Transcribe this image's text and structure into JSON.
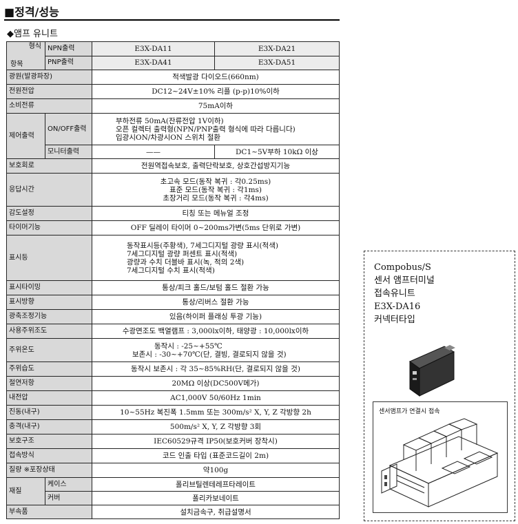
{
  "page_title": "■정격/성능",
  "section_title": "◆앰프 유니트",
  "table": {
    "header": {
      "type_label": "형식",
      "item_label": "항목",
      "npn_label": "NPN출력",
      "pnp_label": "PNP출력",
      "npn_models": [
        "E3X-DA11",
        "E3X-DA21"
      ],
      "pnp_models": [
        "E3X-DA41",
        "E3X-DA51"
      ]
    },
    "rows": {
      "light_source": {
        "label": "광원(발광파장)",
        "value": "적색발광 다이오드(660nm)"
      },
      "power_voltage": {
        "label": "전원전압",
        "value": "DC12~24V±10% 리플 (p-p)10%이하"
      },
      "current": {
        "label": "소비전류",
        "value": "75mA이하"
      },
      "control_output": {
        "label": "제어출력",
        "onoff_label": "ON/OFF출력",
        "onoff_lines": [
          "부하전류 50mA(잔류전압 1V이하)",
          "오픈 컬렉터 출력형(NPN/PNP출력 형식에 따라 다릅니다)",
          "입광시ON/차광시ON 스위치 절환"
        ],
        "monitor_label": "모니터출력",
        "monitor_left": "——",
        "monitor_right": "DC1~5V부하 10kΩ 이상"
      },
      "protection": {
        "label": "보호회로",
        "value": "전원역접속보호, 출력단락보호, 상호간섭방지기능"
      },
      "response": {
        "label": "응답시간",
        "lines": [
          "초고속 모드(동작  복귀 : 각0.25ms)",
          "표준 모드(동작  복귀 : 각1ms)",
          "초장거리 모드(동작  복귀 : 각4ms)"
        ]
      },
      "sensitivity": {
        "label": "감도설정",
        "value": "티칭 또는 메뉴얼 조정"
      },
      "timer": {
        "label": "타이머기능",
        "value": "OFF 딜레이 타이머 0~200ms가변(5ms 단위로 가변)"
      },
      "indicator": {
        "label": "표시등",
        "lines": [
          "동작표시등(주황색), 7세그디지털 광량 표시(적색)",
          "7세그디지털 광량 퍼센트 표시(적색)",
          "광량과 수치 더블바 표시(녹, 적의 2색)",
          "7세그디지털 수치 표시(적색)"
        ]
      },
      "display_timing": {
        "label": "표시타이밍",
        "value": "통상/피크 홀드/보텀 홀드 절환 가능"
      },
      "display_direction": {
        "label": "표시방향",
        "value": "통상/리버스 절환 가능"
      },
      "optical_axis": {
        "label": "광축조정기능",
        "value": "있음(하이퍼 플래싱 투광 기능)"
      },
      "ambient_light": {
        "label": "사용주위조도",
        "value": "수광면조도 백열램프 : 3,000lx이하, 태양광 : 10,000lx이하"
      },
      "ambient_temp": {
        "label": "주위온도",
        "lines": [
          "동작시 : -25~+55℃",
          "보존시 : -30~+70℃(단, 결빙, 결로되지 않을 것)"
        ]
      },
      "ambient_humidity": {
        "label": "주위습도",
        "value": "동작시 보존시 : 각 35~85%RH(단, 결로되지 않을 것)"
      },
      "insulation": {
        "label": "절연저항",
        "value": "20MΩ 이상(DC500V메가)"
      },
      "dielectric": {
        "label": "내전압",
        "value": "AC1,000V 50/60Hz 1min"
      },
      "vibration": {
        "label": "진동(내구)",
        "value": "10~55Hz 복진폭 1.5mm 또는 300m/s² X, Y, Z 각방향 2h"
      },
      "shock": {
        "label": "충격(내구)",
        "value": "500m/s² X, Y, Z 각방향 3회"
      },
      "enclosure": {
        "label": "보호구조",
        "value": "IEC60529규격 IP50(보호커버 장착시)"
      },
      "connection": {
        "label": "접속방식",
        "value": "코드 인출 타입 (표준코드길이 2m)"
      },
      "weight": {
        "label": "질량  ※포장상태",
        "value": "약100g"
      },
      "material": {
        "label": "재질",
        "case_label": "케이스",
        "case_value": "폴리브틸렌테레프타레이트",
        "cover_label": "커버",
        "cover_value": "폴리카보네이트"
      },
      "accessories": {
        "label": "부속품",
        "value": "설치금속구, 취급설명서"
      }
    }
  },
  "side_panel": {
    "lines": [
      "Compobus/S",
      "센서 앰프터미널",
      "접속유니트",
      "E3X-DA16",
      "커넥터타입"
    ],
    "inner_caption": "센서앰프가 연결시 접속"
  },
  "colors": {
    "label_bg": "#d9d9d9",
    "border": "#222222"
  }
}
